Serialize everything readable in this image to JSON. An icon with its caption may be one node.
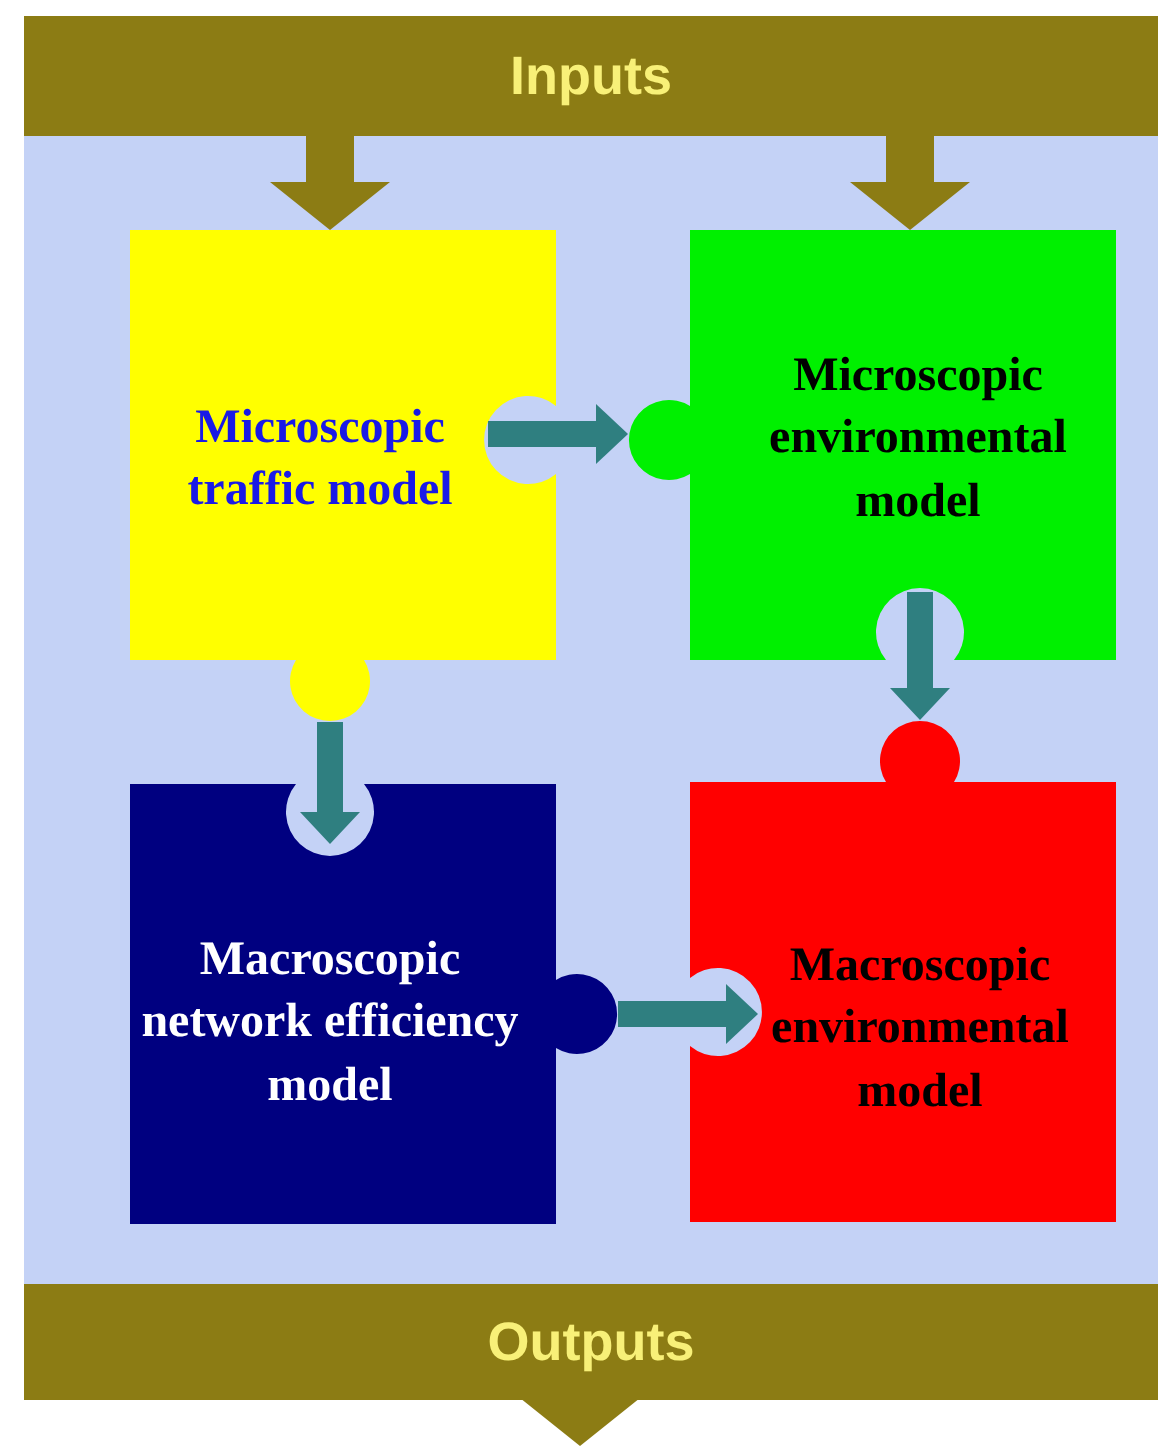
{
  "diagram": {
    "nodes": [
      {
        "text": [
          "Inputs"
        ]
      },
      {
        "text": [
          "Microscopic traffic model"
        ]
      },
      {
        "text": [
          "Microscopic environmental model"
        ]
      },
      {
        "text": [
          "Macroscopic network efficiency model"
        ]
      },
      {
        "text": [
          "Macroscopic environmental model"
        ]
      },
      {
        "text": [
          "Outputs"
        ]
      }
    ],
    "edges": [
      {
        "from": 0,
        "to": 1,
        "arrow": "to",
        "style": "thick",
        "color": "#8c7c14"
      },
      {
        "from": 0,
        "to": 2,
        "arrow": "to",
        "style": "thick",
        "color": "#8c7c14"
      },
      {
        "from": 1,
        "to": 2,
        "arrow": "to"
      },
      {
        "from": 2,
        "to": 4,
        "arrow": "to"
      },
      {
        "from": 1,
        "to": 3,
        "arrow": "to"
      },
      {
        "from": 3,
        "to": 4,
        "arrow": "to"
      },
      {
        "from": 5,
        "to": null,
        "arrow": "to",
        "style": "thick",
        "color": "#8c7c14"
      }
    ]
  }
}
